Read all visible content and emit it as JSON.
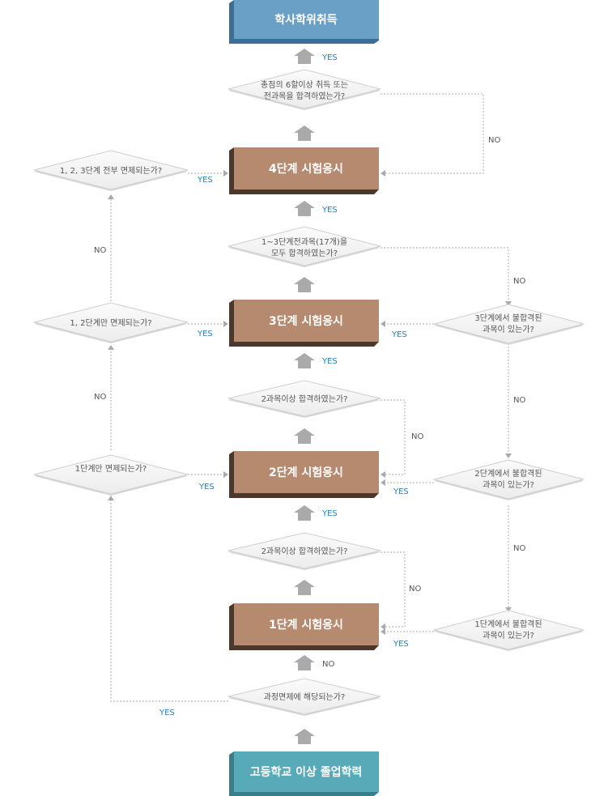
{
  "colors": {
    "top_box": "#6a9fc6",
    "top_box_dark": "#3f6e95",
    "bottom_box": "#58aab8",
    "bottom_box_dark": "#3a7e8a",
    "stage_box": "#b68a6f",
    "stage_box_dark": "#4a382c",
    "arrow": "#aaaaaa",
    "yes_text": "#1f7fbf",
    "no_text": "#555555",
    "diamond_fill": "#f5f5f5",
    "diamond_stroke": "#cccccc"
  },
  "boxes": {
    "goal": "학사학위취득",
    "start": "고등학교 이상 졸업학력",
    "stage4": "4단계 시험응시",
    "stage3": "3단계 시험응시",
    "stage2": "2단계 시험응시",
    "stage1": "1단계 시험응시"
  },
  "questions": {
    "q_top_line1": "총점의 6할이상 취득 또는",
    "q_top_line2": "전과목을 합격하였는가?",
    "q_all_line1": "1~3단계전과목(17개)을",
    "q_all_line2": "모두 합격하였는가?",
    "q_2sub_upper": "2과목이상 합격하였는가?",
    "q_2sub_lower": "2과목이상 합격하였는가?",
    "q_exempt": "과정면제에 해당되는가?",
    "left_123": "1, 2, 3단계 전부 면제되는가?",
    "left_12": "1, 2단계만 면제되는가?",
    "left_1": "1단계만 면제되는가?",
    "right3_line1": "3단계에서 불합격된",
    "right3_line2": "과목이 있는가?",
    "right2_line1": "2단계에서 불합격된",
    "right2_line2": "과목이 있는가?",
    "right1_line1": "1단계에서 불합격된",
    "right1_line2": "과목이 있는가?"
  },
  "labels": {
    "yes": "YES",
    "no": "NO"
  }
}
